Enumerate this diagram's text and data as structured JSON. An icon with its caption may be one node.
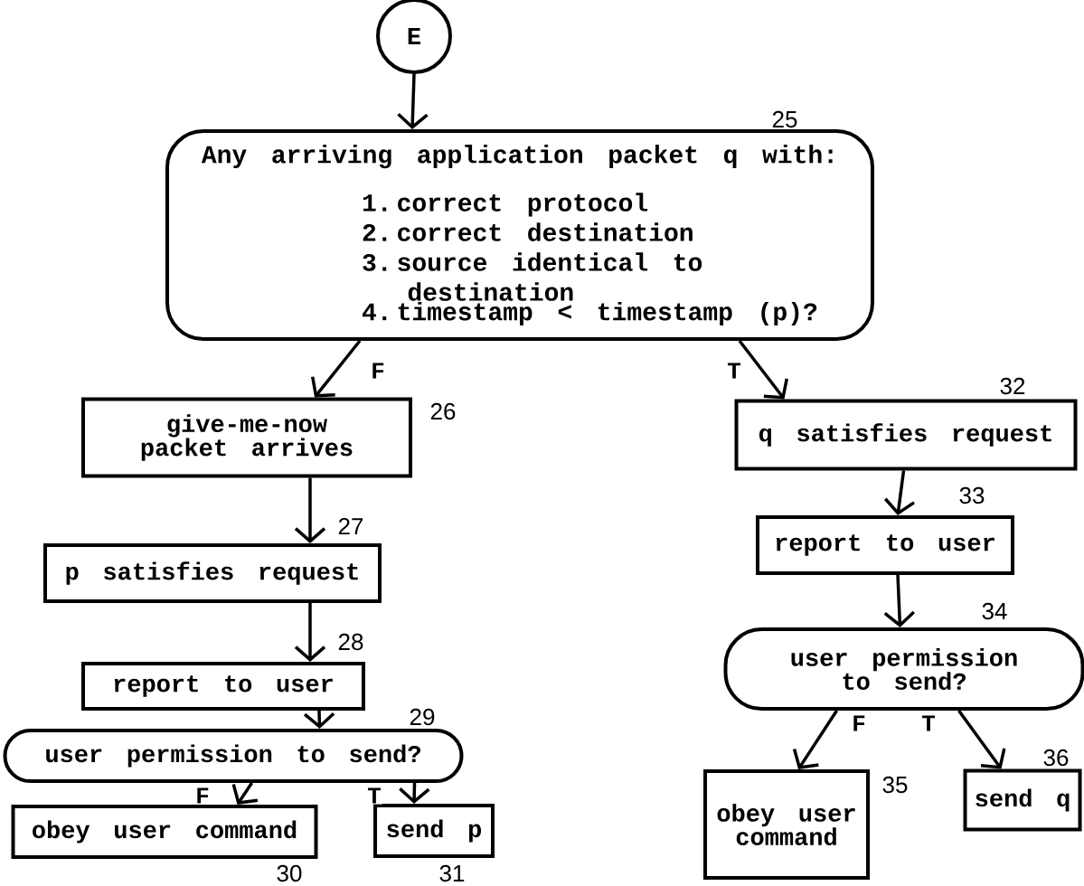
{
  "diagram": {
    "nodes": [
      {
        "text": [
          "E"
        ]
      },
      {
        "text": [
          "Any arriving application packet q with:",
          "1. correct protocol",
          "2. correct destination",
          "3. source identical to destination",
          "4. timestamp < timestamp (p)?"
        ],
        "beside": [
          "25"
        ]
      },
      {
        "text": [
          "give-me-now packet arrives"
        ],
        "beside": [
          "26"
        ]
      },
      {
        "text": [
          "p satisfies request"
        ],
        "beside": [
          "27"
        ]
      },
      {
        "text": [
          "report to user"
        ],
        "beside": [
          "28"
        ]
      },
      {
        "text": [
          "user permission to send?"
        ],
        "beside": [
          "29"
        ]
      },
      {
        "text": [
          "obey user command"
        ],
        "beside": [
          "30"
        ]
      },
      {
        "text": [
          "send p"
        ],
        "beside": [
          "31"
        ]
      },
      {
        "text": [
          "q satisfies request"
        ],
        "beside": [
          "32"
        ]
      },
      {
        "text": [
          "report to user"
        ],
        "beside": [
          "33"
        ]
      },
      {
        "text": [
          "user permission to send?"
        ],
        "beside": [
          "34"
        ]
      },
      {
        "text": [
          "obey user command"
        ],
        "beside": [
          "35"
        ]
      },
      {
        "text": [
          "send q"
        ],
        "beside": [
          "36"
        ]
      }
    ],
    "edges": [
      {
        "from": 0,
        "to": 1,
        "arrow": "to"
      },
      {
        "from": 1,
        "to": 2,
        "arrow": "to",
        "label": "F"
      },
      {
        "from": 1,
        "to": 8,
        "arrow": "to",
        "label": "T"
      },
      {
        "from": 2,
        "to": 3,
        "arrow": "to"
      },
      {
        "from": 3,
        "to": 4,
        "arrow": "to"
      },
      {
        "from": 4,
        "to": 5,
        "arrow": "to"
      },
      {
        "from": 5,
        "to": 6,
        "arrow": "to",
        "label": "F"
      },
      {
        "from": 5,
        "to": 7,
        "arrow": "to",
        "label": "T"
      },
      {
        "from": 8,
        "to": 9,
        "arrow": "to"
      },
      {
        "from": 9,
        "to": 10,
        "arrow": "to"
      },
      {
        "from": 10,
        "to": 11,
        "arrow": "to",
        "label": "F"
      },
      {
        "from": 10,
        "to": 12,
        "arrow": "to",
        "label": "T"
      }
    ]
  }
}
